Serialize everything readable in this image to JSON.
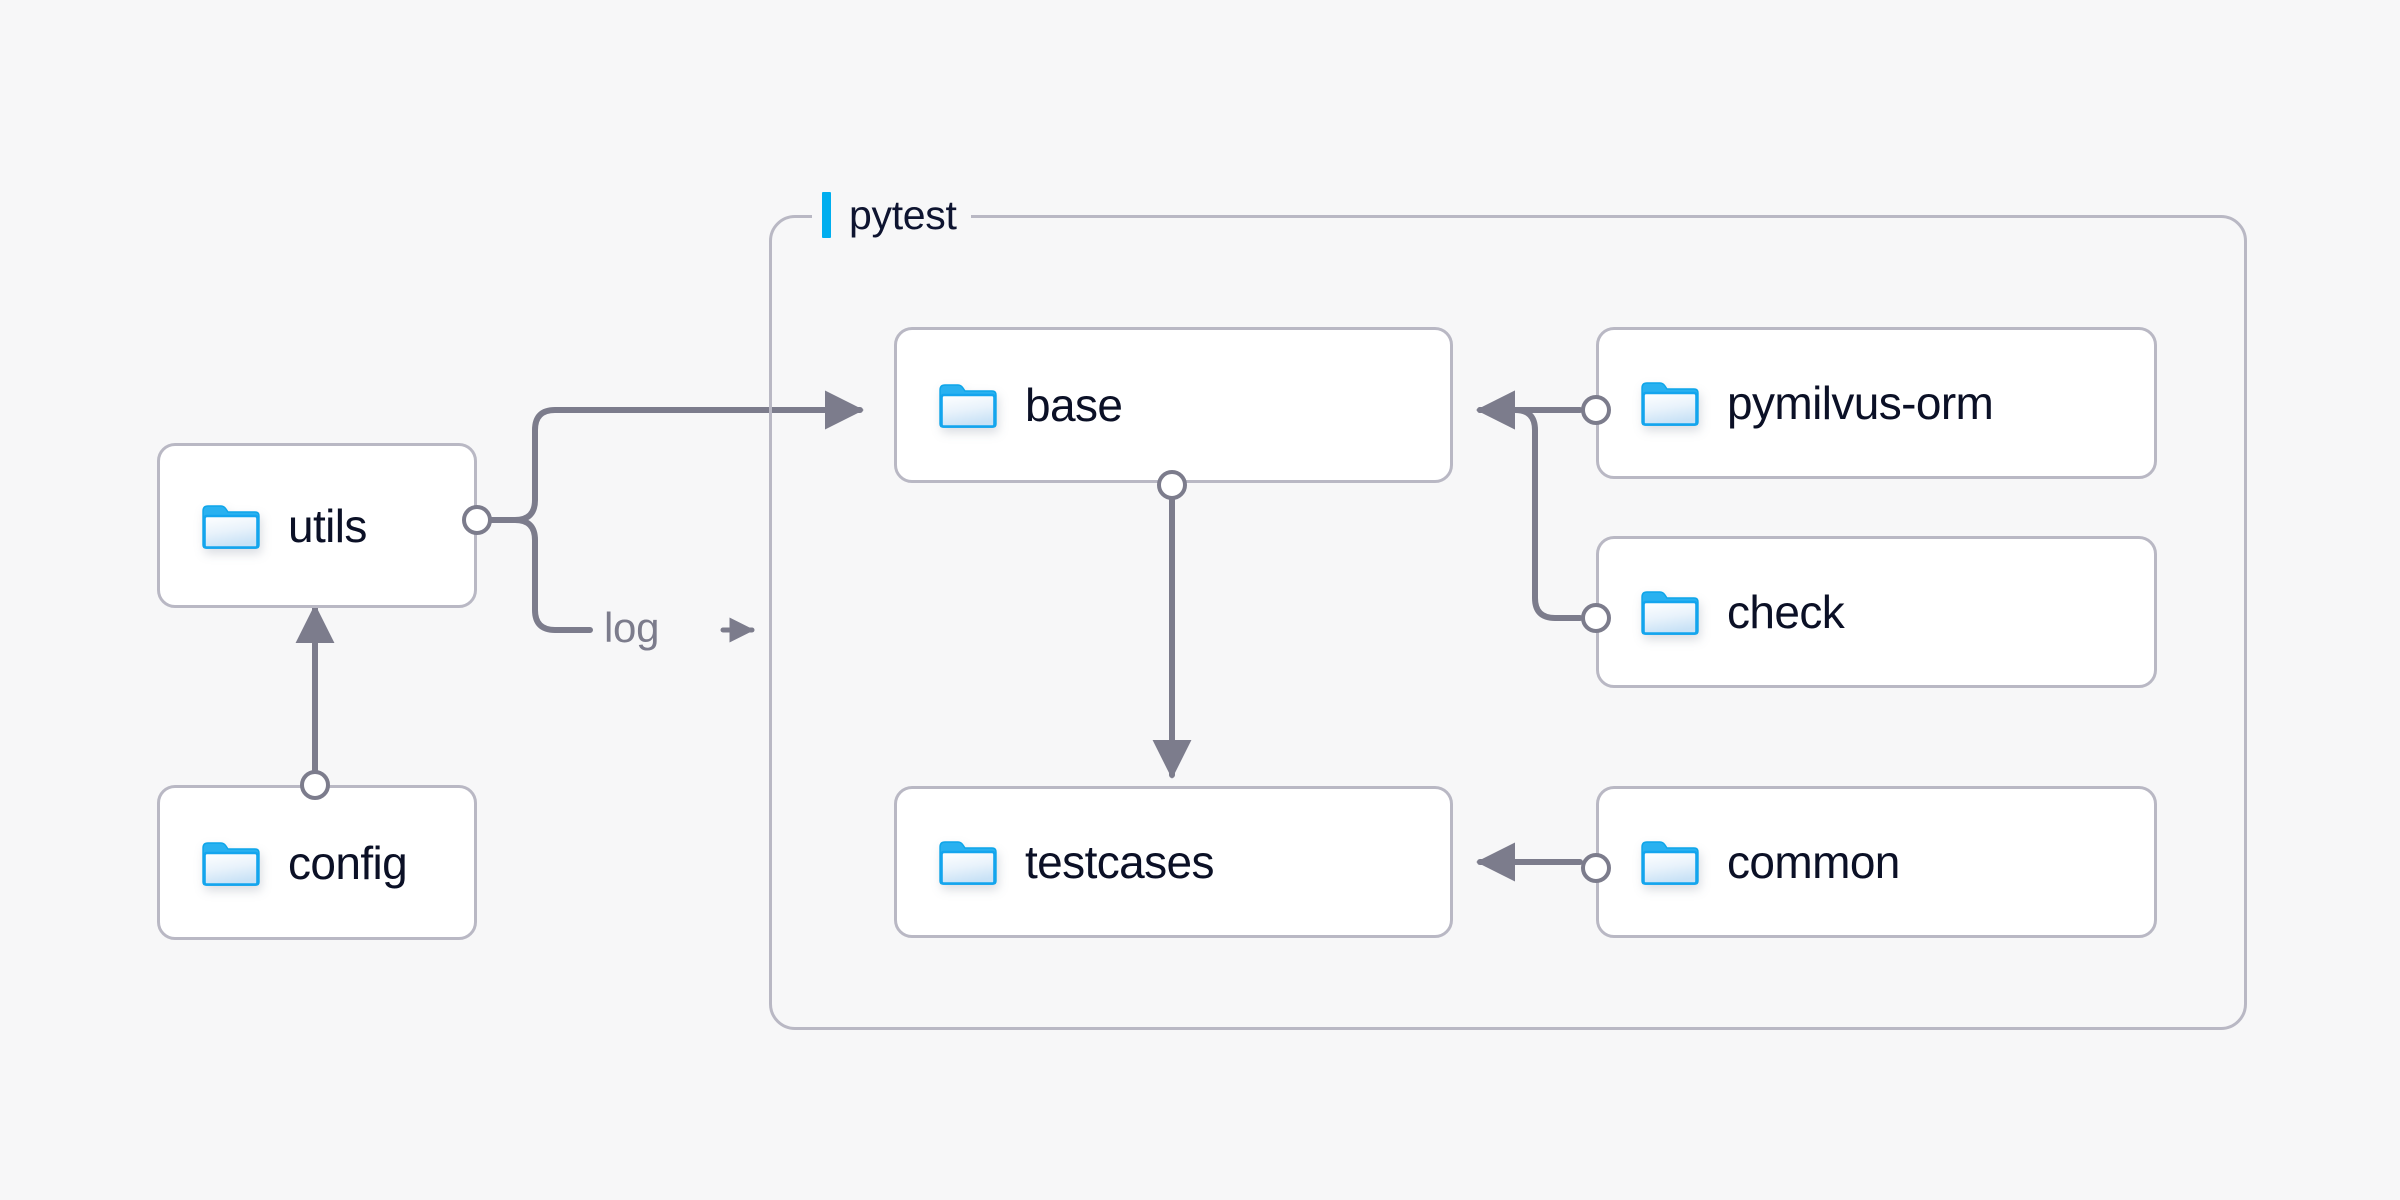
{
  "background_color": "#f7f7f8",
  "palette": {
    "accent": "#00aeef",
    "folder_outline": "#29b1f0",
    "node_border": "#b9b8c4",
    "node_fill": "#ffffff",
    "wire": "#7c7c8c",
    "text": "#0b1026",
    "muted_text": "#7c7c8c"
  },
  "group": {
    "label": "pytest",
    "accent_color": "#00aeef"
  },
  "nodes": [
    {
      "id": "utils",
      "label": "utils",
      "icon": "folder-icon"
    },
    {
      "id": "config",
      "label": "config",
      "icon": "folder-icon"
    },
    {
      "id": "base",
      "label": "base",
      "icon": "folder-icon"
    },
    {
      "id": "testcases",
      "label": "testcases",
      "icon": "folder-icon"
    },
    {
      "id": "pymilvus-orm",
      "label": "pymilvus-orm",
      "icon": "folder-icon"
    },
    {
      "id": "check",
      "label": "check",
      "icon": "folder-icon"
    },
    {
      "id": "common",
      "label": "common",
      "icon": "folder-icon"
    }
  ],
  "edges": [
    {
      "id": "utils-to-base",
      "from": "utils",
      "to": "base",
      "label": ""
    },
    {
      "id": "utils-to-pytest-log",
      "from": "utils",
      "to": "pytest",
      "label": "log"
    },
    {
      "id": "config-to-utils",
      "from": "config",
      "to": "utils",
      "label": ""
    },
    {
      "id": "base-to-testcases",
      "from": "base",
      "to": "testcases",
      "label": ""
    },
    {
      "id": "pymilvus-orm-to-base",
      "from": "pymilvus-orm",
      "to": "base",
      "label": ""
    },
    {
      "id": "check-to-base",
      "from": "check",
      "to": "base",
      "label": ""
    },
    {
      "id": "common-to-testcases",
      "from": "common",
      "to": "testcases",
      "label": ""
    }
  ]
}
